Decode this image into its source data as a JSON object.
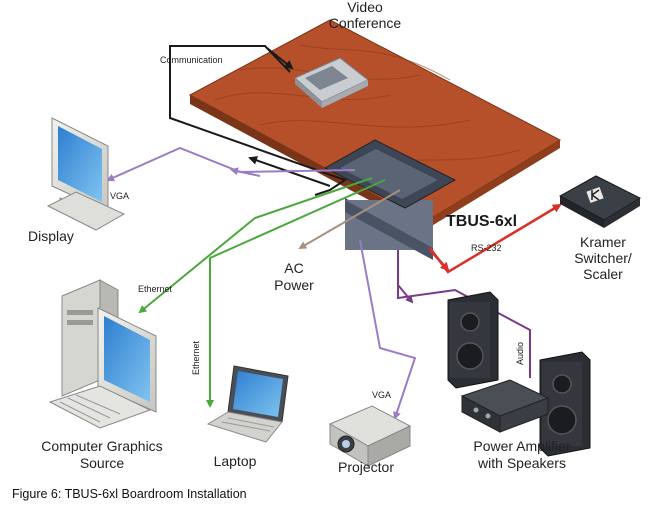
{
  "labels": {
    "video_conference_line1": "Video",
    "video_conference_line2": "Conference",
    "communication": "Communication",
    "display": "Display",
    "vga_display": "VGA",
    "device_name": "TBUS-6xl",
    "rs232": "RS-232",
    "switcher_line1": "Kramer",
    "switcher_line2": "Switcher/",
    "switcher_line3": "Scaler",
    "ac_line1": "AC",
    "ac_line2": "Power",
    "ethernet_computer": "Ethernet",
    "ethernet_laptop": "Ethernet",
    "audio": "Audio",
    "vga_projector": "VGA",
    "computer_line1": "Computer Graphics",
    "computer_line2": "Source",
    "laptop": "Laptop",
    "projector": "Projector",
    "amp_line1": "Power Amplifier",
    "amp_line2": "with Speakers"
  },
  "caption": "Figure 6: TBUS-6xl Boardroom Installation",
  "colors": {
    "table_wood": "#b5502a",
    "table_edge": "#7a3418",
    "vga_cable": "#9b7cc6",
    "ethernet_cable": "#4aa83c",
    "rs232_cable": "#d9302a",
    "audio_cable": "#7a3a8c",
    "ac_cable": "#a89080",
    "comm_cable": "#1a1a1a"
  }
}
